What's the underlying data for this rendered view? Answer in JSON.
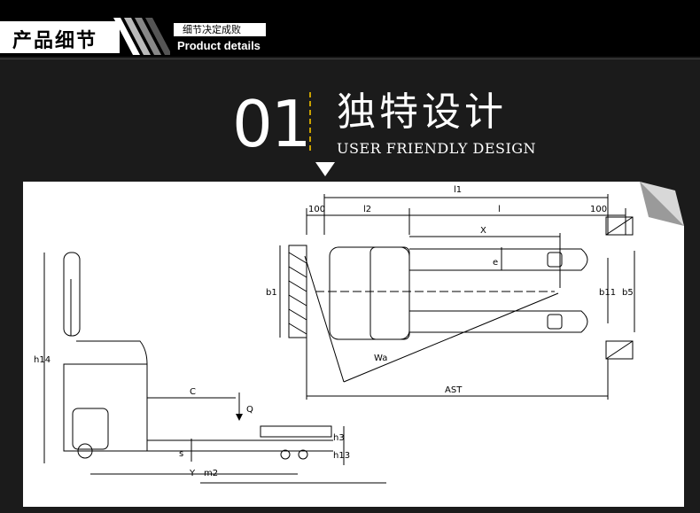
{
  "header": {
    "title_cn": "产品细节",
    "tag_cn": "细节决定成败",
    "title_en": "Product details"
  },
  "section": {
    "number": "01",
    "title_cn": "独特设计",
    "title_en": "USER FRIENDLY DESIGN"
  },
  "drawing": {
    "labels": {
      "l1": "l1",
      "margin_left": "100",
      "l2": "l2",
      "l": "l",
      "margin_right": "100",
      "x": "X",
      "e": "e",
      "b1": "b1",
      "b11": "b11",
      "b5": "b5",
      "wa": "Wa",
      "ast": "AST",
      "h14": "h14",
      "c": "C",
      "q": "Q",
      "h3": "h3",
      "h13": "h13",
      "s": "s",
      "y": "Y",
      "m2": "m2"
    }
  },
  "colors": {
    "background": "#1b1b1b",
    "topbar": "#000000",
    "accent_dash": "#c8a000",
    "panel": "#ffffff"
  }
}
